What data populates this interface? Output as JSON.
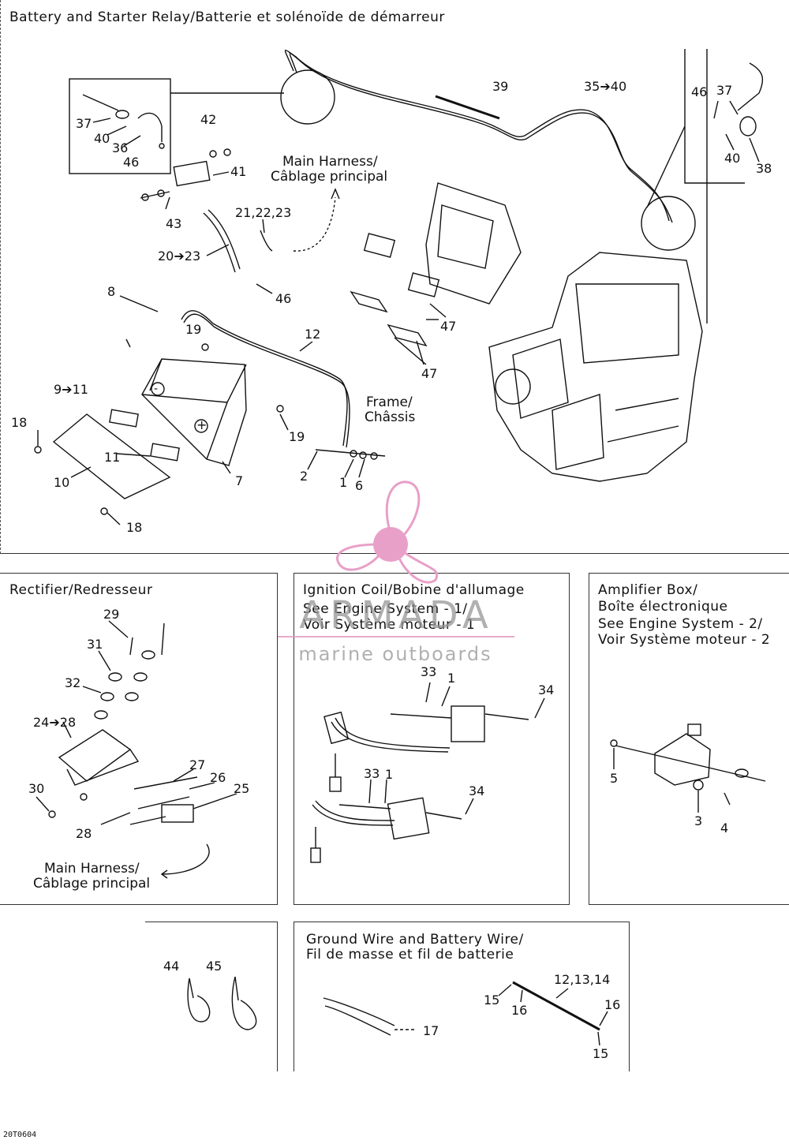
{
  "panels": {
    "battery": {
      "title": "Battery and Starter Relay/Batterie et solénoïde de démarreur"
    },
    "rectifier": {
      "title": "Rectifier/Redresseur"
    },
    "ignition": {
      "title": "Ignition Coil/Bobine d'allumage",
      "note1": "See Engine System - 1/",
      "note2": "Voir Système moteur - 1"
    },
    "amplifier": {
      "title1": "Amplifier Box/",
      "title2": "Boîte électronique",
      "note1": "See Engine System - 2/",
      "note2": "Voir Système moteur - 2"
    },
    "ground": {
      "title1": "Ground Wire and Battery Wire/",
      "title2": "Fil de masse et fil de batterie"
    }
  },
  "callouts": {
    "main_harness_1": "Main Harness/",
    "main_harness_2": "Câblage principal",
    "frame_1": "Frame/",
    "frame_2": "Châssis"
  },
  "parts": {
    "p39": "39",
    "p35_40": "35➔40",
    "p46a": "46",
    "p37a": "37",
    "p40a": "40",
    "p38": "38",
    "p42": "42",
    "p37b": "37",
    "p40b": "40",
    "p36": "36",
    "p46b": "46",
    "p41": "41",
    "p43": "43",
    "p21_23": "21,22,23",
    "p20_23": "20➔23",
    "p46c": "46",
    "p8": "8",
    "p19a": "19",
    "p12": "12",
    "p9_11": "9➔11",
    "p18a": "18",
    "p11": "11",
    "p10": "10",
    "p7": "7",
    "p18b": "18",
    "p19b": "19",
    "p2": "2",
    "p1": "1",
    "p6": "6",
    "p47a": "47",
    "p47b": "47",
    "r29": "29",
    "r31": "31",
    "r32": "32",
    "r24_28": "24➔28",
    "r27": "27",
    "r26": "26",
    "r25": "25",
    "r30": "30",
    "r28": "28",
    "i33a": "33",
    "i1a": "1",
    "i34a": "34",
    "i33b": "33",
    "i1b": "1",
    "i34b": "34",
    "a5": "5",
    "a3": "3",
    "a4": "4",
    "t44": "44",
    "t45": "45",
    "g15a": "15",
    "g16a": "16",
    "g12_14": "12,13,14",
    "g16b": "16",
    "g15b": "15",
    "g17": "17"
  },
  "watermark": {
    "brand": "ARMADA",
    "tagline": "marine outboards",
    "accent": "#e8a0c8"
  },
  "drawing_code": "20T0604"
}
